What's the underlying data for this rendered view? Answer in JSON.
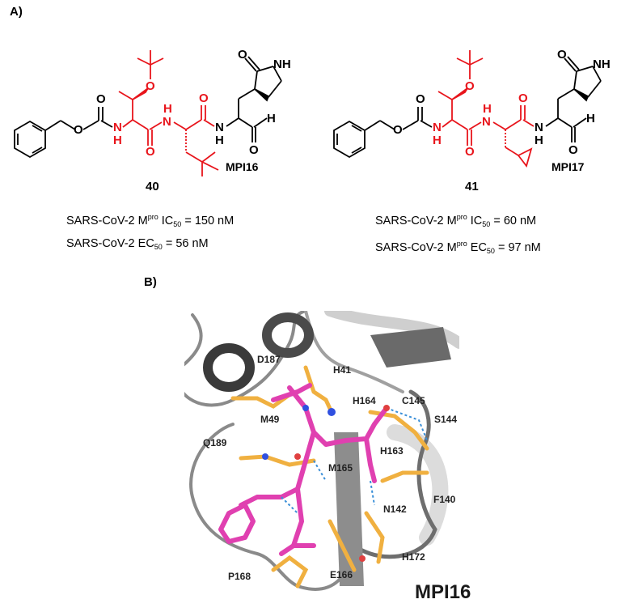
{
  "panels": {
    "A": {
      "label": "A)"
    },
    "B": {
      "label": "B)"
    }
  },
  "compounds": [
    {
      "number": "40",
      "code": "MPI16",
      "activities": [
        {
          "prefix": "SARS-CoV-2 M",
          "sup": "pro",
          "mid": " IC",
          "sub": "50",
          "suffix": " = 150 nM"
        },
        {
          "prefix": "SARS-CoV-2 EC",
          "sup": "",
          "mid": "",
          "sub": "50",
          "suffix": " = 56 nM"
        }
      ]
    },
    {
      "number": "41",
      "code": "MPI17",
      "activities": [
        {
          "prefix": "SARS-CoV-2 M",
          "sup": "pro",
          "mid": " IC",
          "sub": "50",
          "suffix": " = 60 nM"
        },
        {
          "prefix": "SARS-CoV-2 M",
          "sup": "pro",
          "mid": " EC",
          "sub": "50",
          "suffix": " = 97 nM"
        }
      ]
    }
  ],
  "structure_atoms": {
    "O": "O",
    "N": "N",
    "H": "H",
    "NH": "NH"
  },
  "colors": {
    "highlight_red": "#e8141b",
    "black": "#000000",
    "ligand_magenta": "#e040b0",
    "residue_orange": "#f0b040",
    "protein_gray": "#7a7a7a",
    "hbond_blue": "#3a8fd8"
  },
  "protein_view": {
    "title": "MPI16",
    "residues": [
      "D187",
      "H41",
      "H164",
      "C145",
      "M49",
      "S144",
      "Q189",
      "H163",
      "M165",
      "F140",
      "N142",
      "H172",
      "P168",
      "E166"
    ]
  }
}
